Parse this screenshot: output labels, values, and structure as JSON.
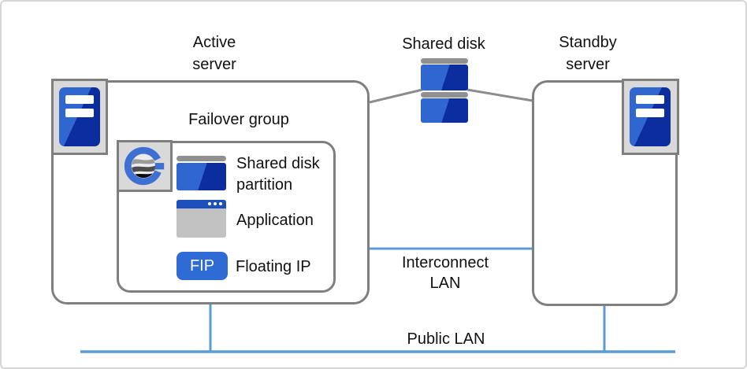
{
  "diagram": {
    "labels": {
      "active_server": "Active\nserver",
      "shared_disk": "Shared disk",
      "standby_server": "Standby\nserver",
      "failover_group": "Failover group",
      "interconnect_lan": "Interconnect\nLAN",
      "public_lan": "Public LAN"
    },
    "failover_group": {
      "items": [
        {
          "label": "Shared disk\npartition"
        },
        {
          "label": "Application"
        },
        {
          "label": "Floating IP",
          "badge": "FIP"
        }
      ]
    },
    "colors": {
      "box_border_gray": "#7f7f7f",
      "connector_gray": "#8c8c8c",
      "lan_blue": "#5b9bd5",
      "icon_light_blue": "#2f66d0",
      "icon_dark_blue": "#0b2d9e",
      "fip_blue": "#2e6bd4",
      "app_titlebar_blue": "#1d4fbe"
    }
  }
}
